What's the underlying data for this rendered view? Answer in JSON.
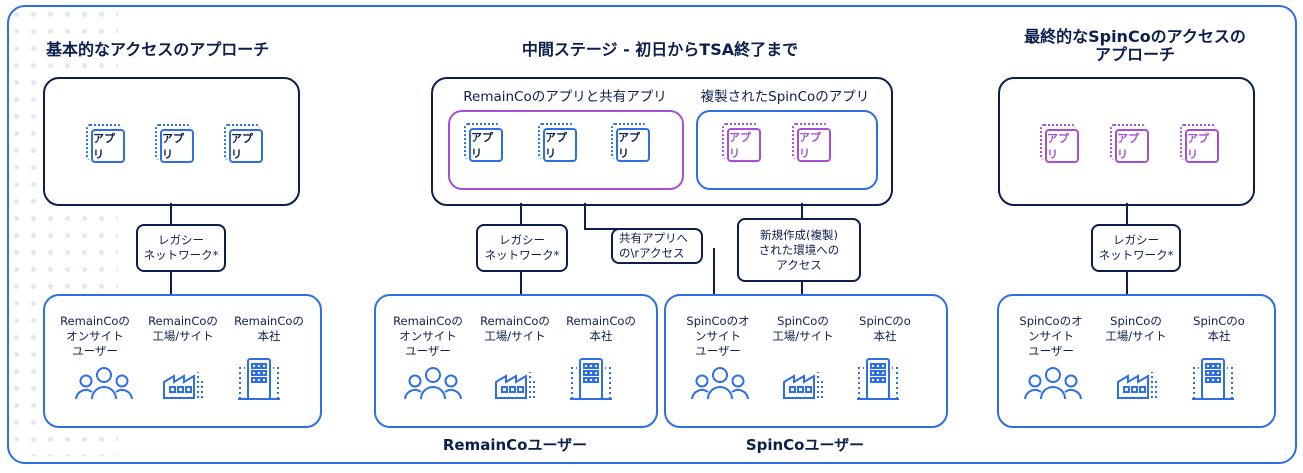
{
  "sections": {
    "left_title": "基本的なアクセスのアプローチ",
    "middle_title": "中間ステージ - 初日からTSA終了まで",
    "right_title_line1": "最終的なSpinCoのアクセスの",
    "right_title_line2": "アプローチ"
  },
  "app_label": "アプリ",
  "middle": {
    "remainco_apps_header": "RemainCoのアプリと共有アプリ",
    "spinco_apps_header": "複製されたSpinCoのアプリ",
    "shared_access_line1": "共有アプリへ",
    "shared_access_line2": "の\\rアクセス",
    "new_env_line1": "新規作成(複製)",
    "new_env_line2": "された環境への",
    "new_env_line3": "アクセス",
    "remainco_users_label": "RemainCoユーザー",
    "spinco_users_label": "SpinCoユーザー"
  },
  "legacy_network_line1": "レガシー",
  "legacy_network_line2": "ネットワーク*",
  "remainco_sites": {
    "onsite_line1": "RemainCoの",
    "onsite_line2": "オンサイト",
    "onsite_line3": "ユーザー",
    "factory_line1": "RemainCoの",
    "factory_line2": "工場/サイト",
    "hq_line1": "RemainCoの",
    "hq_line2": "本社"
  },
  "spinco_sites": {
    "onsite_line1": "SpinCoのオ",
    "onsite_line2": "ンサイト",
    "onsite_line3": "ユーザー",
    "factory_line1": "SpinCoの",
    "factory_line2": "工場/サイト",
    "hq_line1": "SpinCのo",
    "hq_line2": "本社"
  },
  "colors": {
    "navy": "#0b1f4d",
    "blue": "#2f6fe4",
    "purple": "#a64fd6"
  },
  "icons": [
    "users-icon",
    "factory-icon",
    "building-icon"
  ]
}
